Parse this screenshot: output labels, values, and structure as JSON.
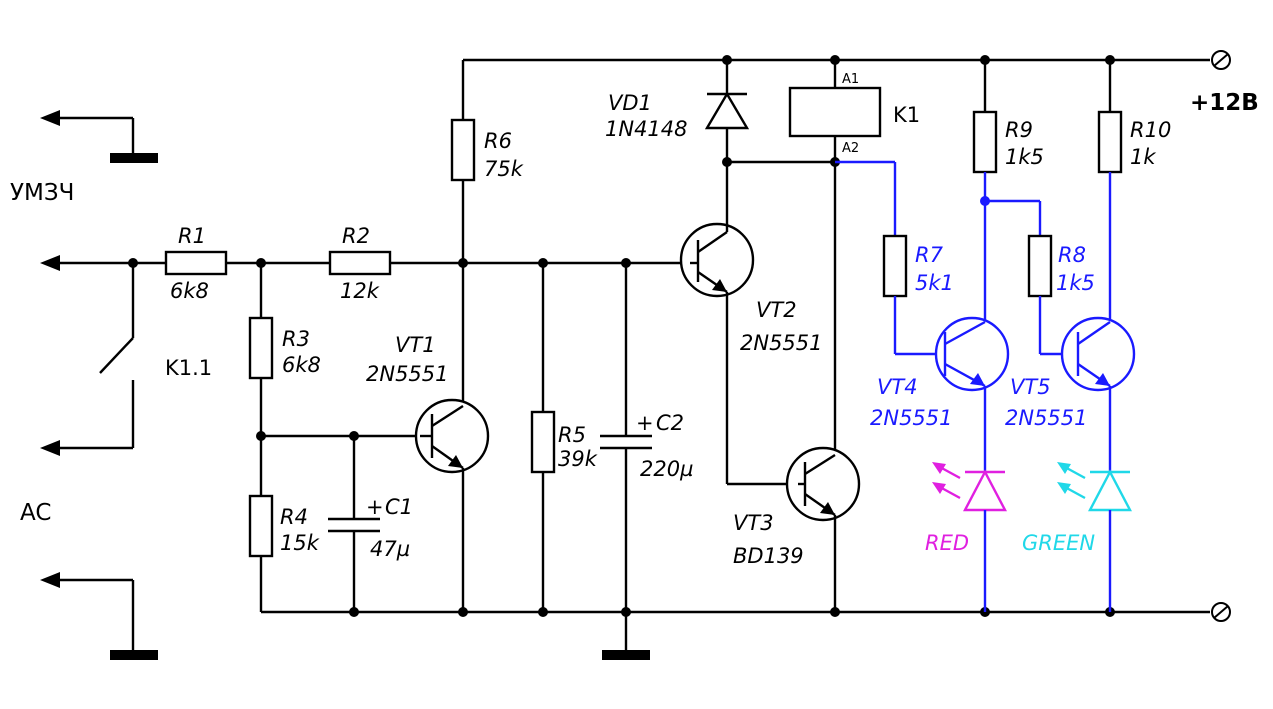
{
  "left_labels": {
    "amp": "УМЗЧ",
    "speaker": "AC"
  },
  "supply": "+12В",
  "relay": {
    "name": "K1",
    "pin_a1": "A1",
    "pin_a2": "A2",
    "contact": "K1.1"
  },
  "components": {
    "R1": {
      "ref": "R1",
      "value": "6k8"
    },
    "R2": {
      "ref": "R2",
      "value": "12k"
    },
    "R3": {
      "ref": "R3",
      "value": "6k8"
    },
    "R4": {
      "ref": "R4",
      "value": "15k"
    },
    "R5": {
      "ref": "R5",
      "value": "39k"
    },
    "R6": {
      "ref": "R6",
      "value": "75k"
    },
    "R7": {
      "ref": "R7",
      "value": "5k1"
    },
    "R8": {
      "ref": "R8",
      "value": "1k5"
    },
    "R9": {
      "ref": "R9",
      "value": "1k5"
    },
    "R10": {
      "ref": "R10",
      "value": "1k"
    },
    "C1": {
      "ref": "C1",
      "value": "47µ",
      "polarity": "+"
    },
    "C2": {
      "ref": "C2",
      "value": "220µ",
      "polarity": "+"
    },
    "VD1": {
      "ref": "VD1",
      "value": "1N4148"
    },
    "VT1": {
      "ref": "VT1",
      "value": "2N5551"
    },
    "VT2": {
      "ref": "VT2",
      "value": "2N5551"
    },
    "VT3": {
      "ref": "VT3",
      "value": "BD139"
    },
    "VT4": {
      "ref": "VT4",
      "value": "2N5551"
    },
    "VT5": {
      "ref": "VT5",
      "value": "2N5551"
    }
  },
  "leds": {
    "red": "RED",
    "green": "GREEN"
  },
  "colors": {
    "wire": "#000000",
    "indicator_wire": "#1a1aff",
    "red_led": "#e020e0",
    "green_led": "#20d8e8"
  }
}
